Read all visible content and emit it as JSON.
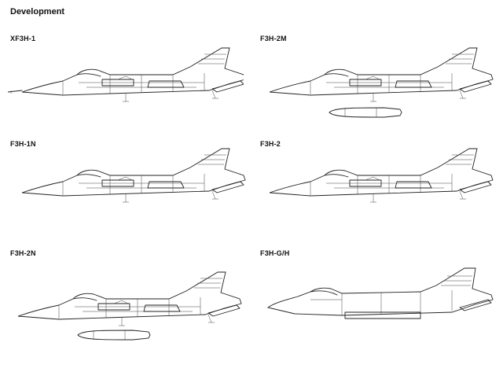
{
  "page": {
    "title": "Development"
  },
  "variants": [
    {
      "id": "xf3h1",
      "label": "XF3H-1"
    },
    {
      "id": "f3h2m",
      "label": "F3H-2M"
    },
    {
      "id": "f3h1n",
      "label": "F3H-1N"
    },
    {
      "id": "f3h2",
      "label": "F3H-2"
    },
    {
      "id": "f3h2n",
      "label": "F3H-2N"
    },
    {
      "id": "f3hgh",
      "label": "F3H-G/H"
    }
  ]
}
